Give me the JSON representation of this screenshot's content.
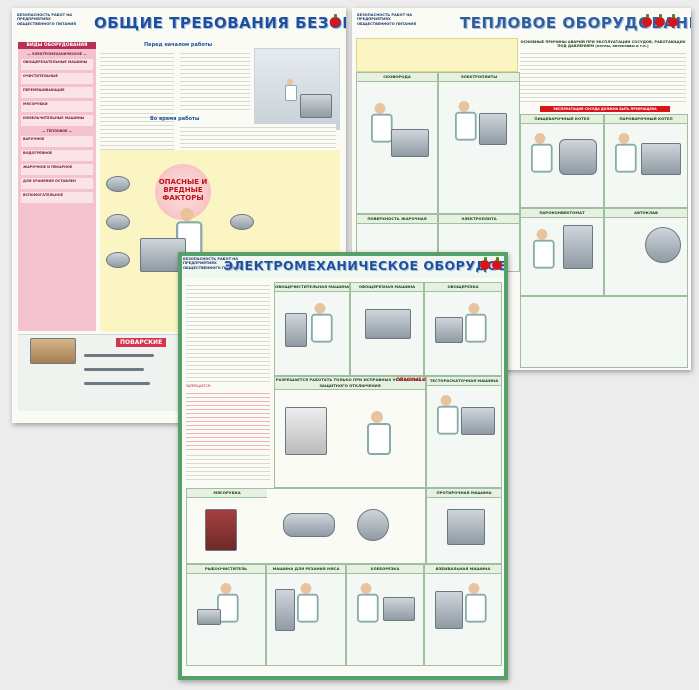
{
  "posters": {
    "safety": {
      "org": "БЕЗОПАСНОСТЬ РАБОТ НА ПРЕДПРИЯТИЯХ ОБЩЕСТВЕННОГО ПИТАНИЯ",
      "title": "ОБЩИЕ ТРЕБОВАНИЯ БЕЗОПАСНОСТИ",
      "sidebar_head": "ВИДЫ ОБОРУДОВАНИЯ",
      "sidebar_group1": "— ЭЛЕКТРОМЕХАНИЧЕСКОЕ —",
      "sidebar_items": [
        "ОВОЩЕРЕЗАТЕЛЬНЫЕ МАШИНЫ",
        "ОЧИСТИТЕЛЬНЫЕ",
        "ПЕРЕМЕШИВАЮЩИЕ",
        "МЯСОРУБКИ",
        "ИЗМЕЛЬЧИТЕЛЬНЫЕ МАШИНЫ"
      ],
      "sidebar_group2": "— ТЕПЛОВОЕ —",
      "sidebar_items2": [
        "ВАРОЧНОЕ",
        "ВОДОГРЕЙНОЕ",
        "ЖАРОЧНОЕ И ПЕКАРНОЕ",
        "ДЛЯ ХРАНЕНИЯ ОСТАВЛЕН",
        "ВСПОМОГАТЕЛЬНОЕ"
      ],
      "before_work": "Перед началом работы",
      "during_work": "Во время работы",
      "factors": "ОПАСНЫЕ И ВРЕДНЫЕ ФАКТОРЫ",
      "knives": "ПОВАРСКИЕ"
    },
    "thermal": {
      "org": "БЕЗОПАСНОСТЬ РАБОТ НА ПРЕДПРИЯТИЯХ ОБЩЕСТВЕННОГО ПИТАНИЯ",
      "title": "ТЕПЛОВОЕ ОБОРУДОВАНИЕ",
      "causes": "ОСНОВНЫЕ ПРИЧИНЫ АВАРИЙ ПРИ ЭКСПЛУАТАЦИИ СОСУДОВ, РАБОТАЮЩИХ ПОД ДАВЛЕНИЕМ (котлы, автоклавы и т.п.)",
      "warning": "ЭКСПЛУАТАЦИЯ СОСУДА ДОЛЖНА БЫТЬ ПРЕКРАЩЕНА",
      "cells": [
        "СКОВОРОДА",
        "ЭЛЕКТРОПЛИТЫ",
        "ПИЩЕВАРОЧНЫЙ КОТЕЛ",
        "ПАРОВАРОЧНЫЙ КОТЕЛ",
        "ПОВЕРХНОСТЬ ЖАРОЧНАЯ",
        "ЭЛЕКТРОПЛИТА",
        "ПАРОКОНВЕКТОМАТ",
        "АВТОКЛАВ"
      ]
    },
    "electro": {
      "org": "БЕЗОПАСНОСТЬ РАБОТ НА ПРЕДПРИЯТИЯХ ОБЩЕСТВЕННОГО ПИТАНИЯ",
      "title": "ЭЛЕКТРОМЕХАНИЧЕСКОЕ ОБОРУДОВАНИЕ",
      "top_cells": [
        "ОВОЩЕЧИСТИТЕЛЬНАЯ МАШИНА",
        "ОВОЩЕРЕЗНАЯ МАШИНА",
        "ОВОЩЕРЕЗКА"
      ],
      "allowed": "РАЗРЕШАЕТСЯ РАБОТАТЬ ТОЛЬКО ПРИ ИСПРАВНЫХ УСТРОЙСТВАХ ЗАЩИТНОГО ОТКЛЮЧЕНИЯ",
      "danger_zones": "ОПАСНЫЕ ЗОНЫ",
      "dough": "ТЕСТОРАСКАТОЧНАЯ МАШИНА",
      "forbidden": "ЗАПРЕЩАЕТСЯ:",
      "mid_cells": [
        "МЯСОРУБКА",
        "ПРОТИРОЧНАЯ МАШИНА"
      ],
      "bottom_cells": [
        "РЫБООЧИСТИТЕЛЬ",
        "МАШИНА ДЛЯ РЕЗАНИЯ МЯСА",
        "ХЛЕБОРЕЗКА",
        "ВЗБИВАЛЬНАЯ МАШИНА"
      ]
    }
  },
  "colors": {
    "title_blue": "#1d4f9c",
    "accent_red": "#c0121a",
    "sidebar_pink": "#f3c3cf",
    "frame_green": "#58a06a"
  }
}
